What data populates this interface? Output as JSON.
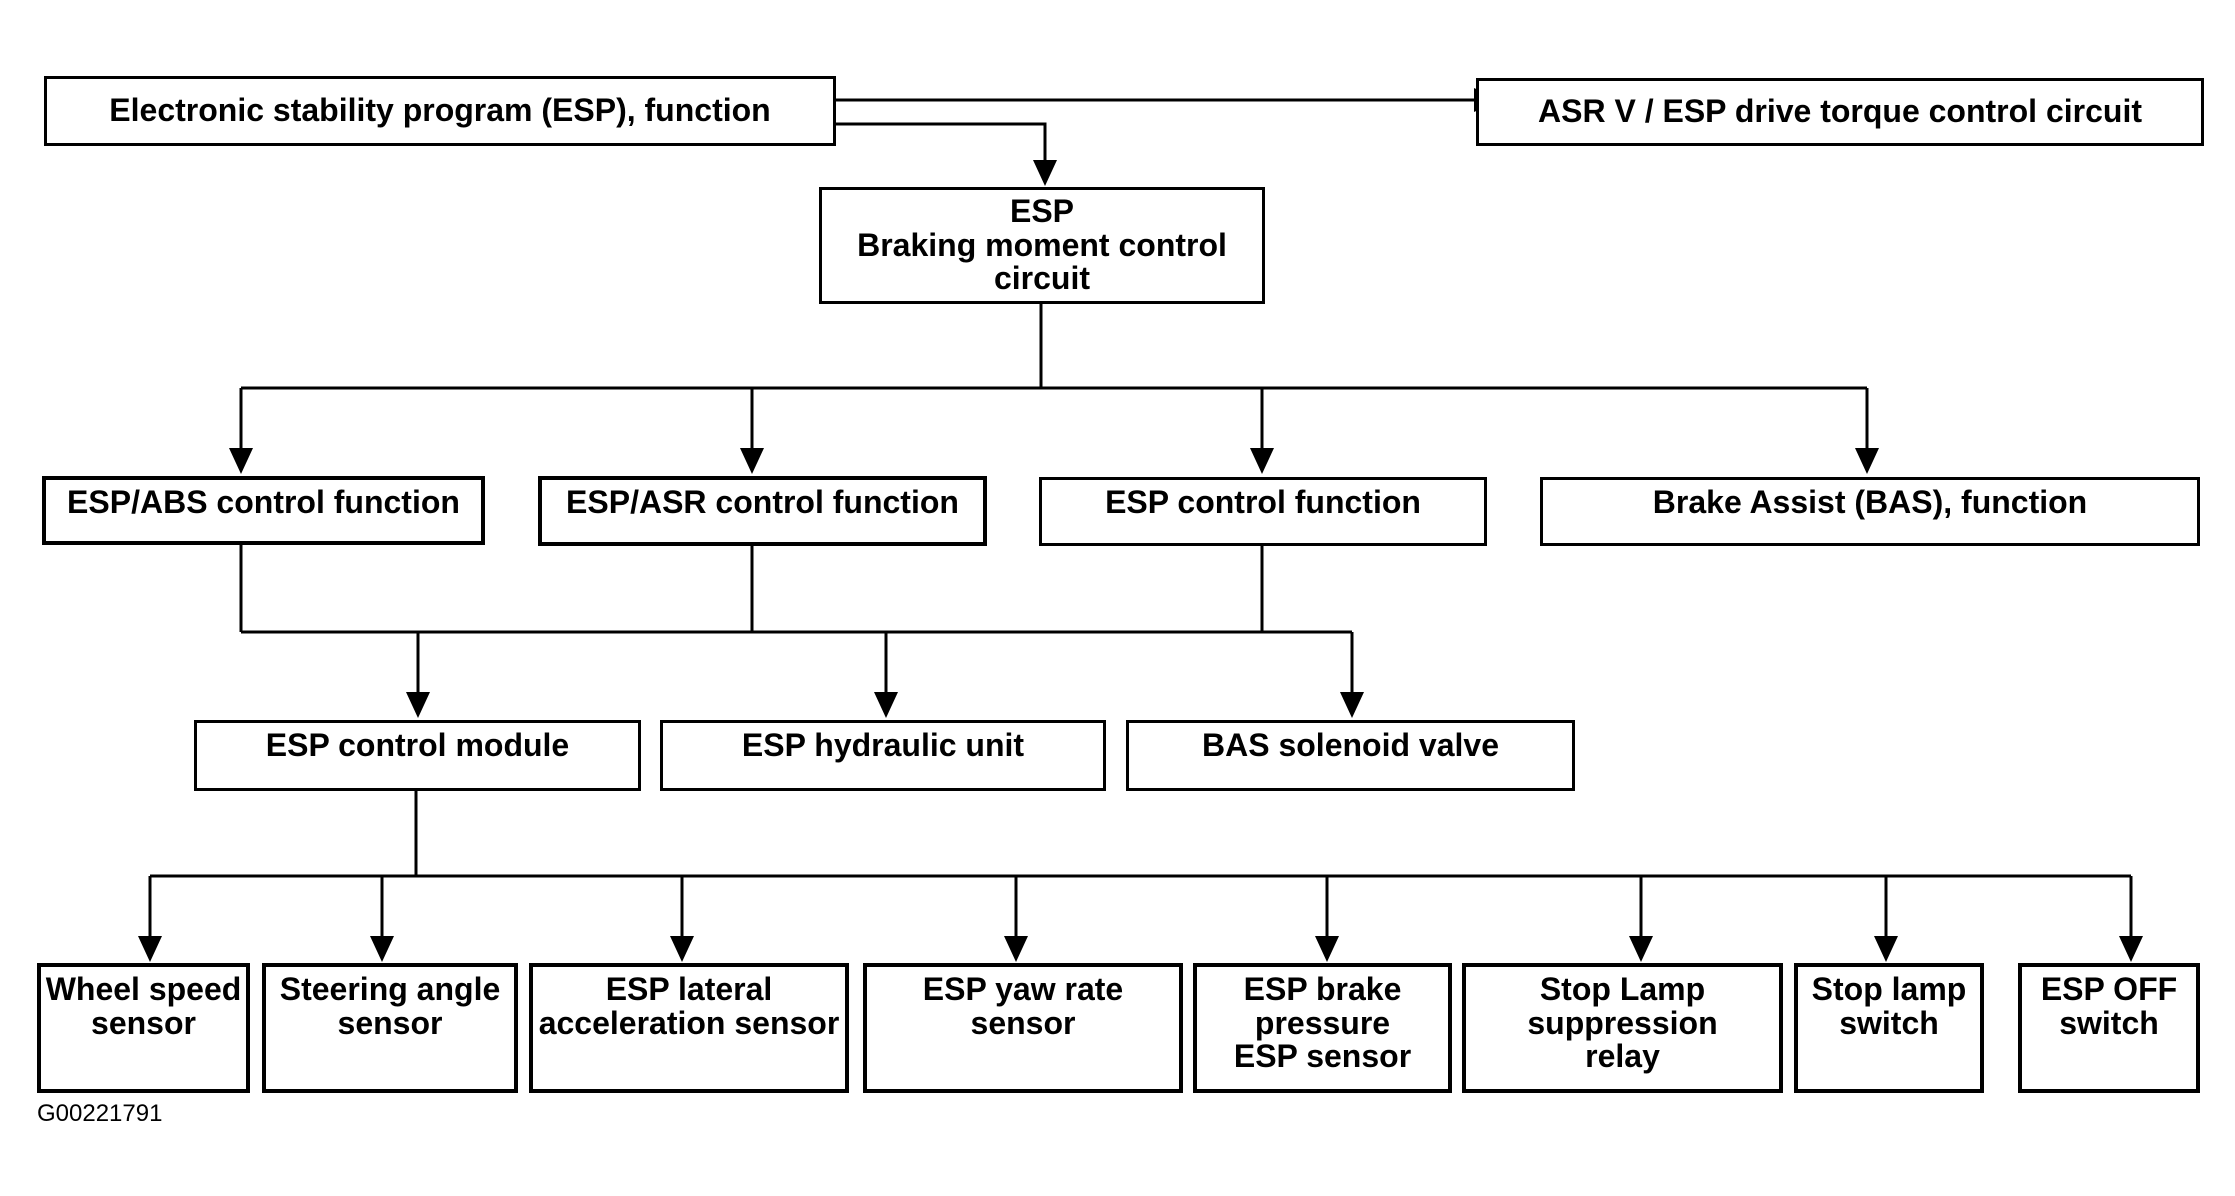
{
  "colors": {
    "line": "#000000",
    "background": "#ffffff"
  },
  "nodes": {
    "esp_function": "Electronic stability program (ESP), function",
    "asr_torque": "ASR V / ESP drive torque control circuit",
    "braking_moment": "ESP\nBraking moment control\ncircuit",
    "esp_abs": "ESP/ABS control function",
    "esp_asr": "ESP/ASR control function",
    "esp_control_function": "ESP control function",
    "bas_function": "Brake Assist (BAS), function",
    "control_module": "ESP control module",
    "hydraulic_unit": "ESP hydraulic unit",
    "bas_valve": "BAS solenoid valve",
    "wheel_speed": "Wheel speed\nsensor",
    "steering_angle": "Steering angle\nsensor",
    "lateral_accel": "ESP lateral\nacceleration sensor",
    "yaw_rate": "ESP yaw rate\nsensor",
    "brake_pressure": "ESP brake\npressure\nESP sensor",
    "stop_lamp_relay": "Stop Lamp\nsuppression\nrelay",
    "stop_lamp_switch": "Stop lamp\nswitch",
    "esp_off_switch": "ESP OFF\nswitch"
  },
  "figure_id": "G00221791"
}
